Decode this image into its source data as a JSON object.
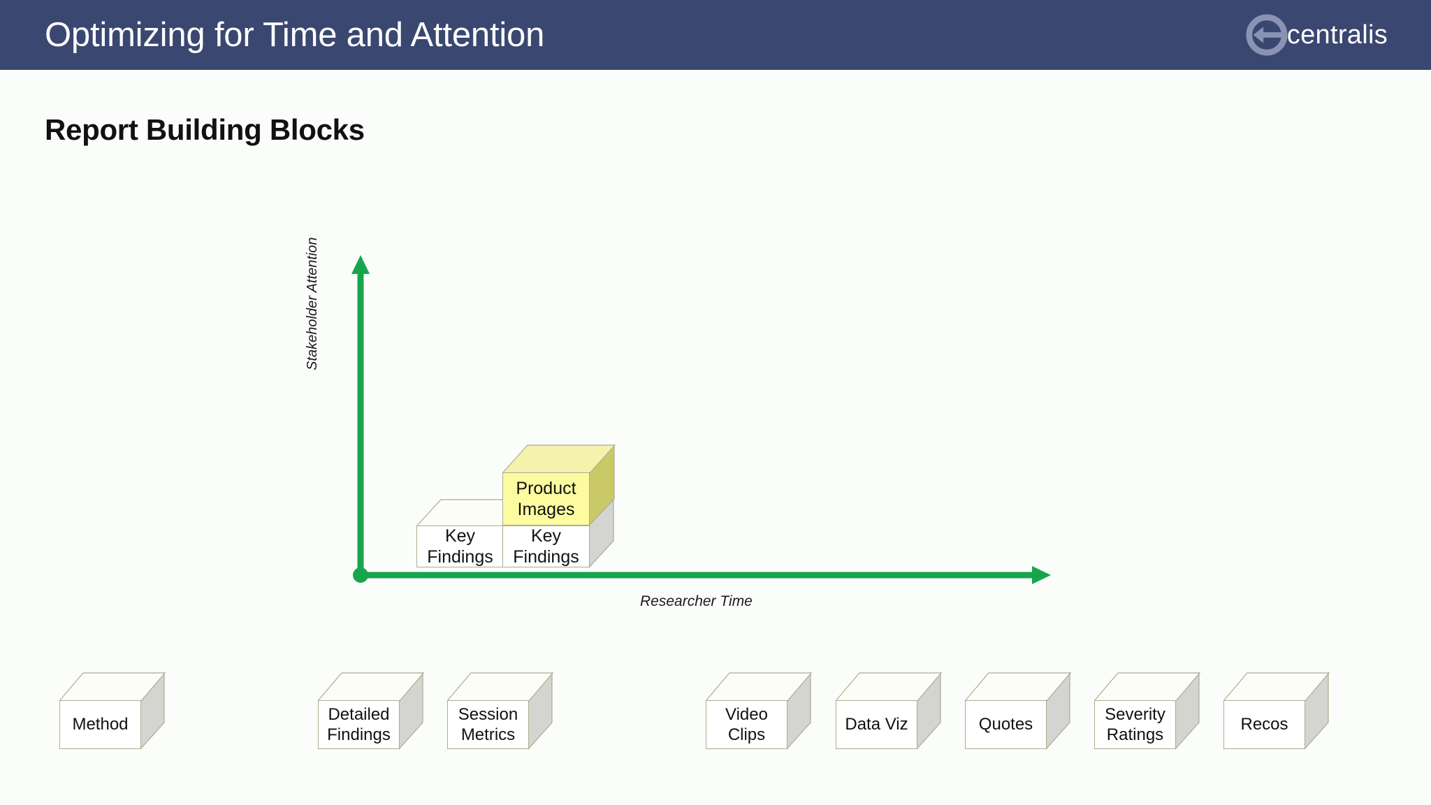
{
  "header": {
    "title": "Optimizing for Time and Attention",
    "bg_color": "#3A4770",
    "logo": {
      "icon_name": "centralis-circle-arrow-logo",
      "text": "centralis"
    }
  },
  "section": {
    "title": "Report Building Blocks"
  },
  "chart_data": {
    "type": "bar",
    "title": "Report Building Blocks",
    "xlabel": "Researcher Time",
    "ylabel": "Stakeholder Attention",
    "grid": false,
    "legend": "none",
    "axis_color": "#16A54C",
    "categories": [
      "Key Findings",
      "Key Findings + Product Images"
    ],
    "values": [
      1,
      2
    ],
    "ylim": [
      0,
      5
    ],
    "stacks": [
      {
        "x_index": 0,
        "segments": [
          {
            "label": "Key Findings",
            "height": 1,
            "fill": "#FFFFFF",
            "top_fill": "#FDFDF8",
            "side_fill": "#D4D4D0"
          }
        ]
      },
      {
        "x_index": 1,
        "segments": [
          {
            "label": "Key Findings",
            "height": 1,
            "fill": "#FFFFFF",
            "top_fill": "#FDFDF8",
            "side_fill": "#D4D4D0"
          },
          {
            "label": "Product Images",
            "height": 1,
            "fill": "#FCFBA0",
            "top_fill": "#F4F2AD",
            "side_fill": "#C9C968"
          }
        ]
      }
    ]
  },
  "blocks_in_chart": [
    {
      "label": "Key Findings",
      "highlight": false
    },
    {
      "label": "Key Findings",
      "highlight": false
    },
    {
      "label": "Product Images",
      "highlight": true
    }
  ],
  "bottom_row": {
    "items": [
      {
        "label": "Method",
        "lines": [
          "Method"
        ]
      },
      {
        "label": "Detailed Findings",
        "lines": [
          "Detailed",
          "Findings"
        ]
      },
      {
        "label": "Session Metrics",
        "lines": [
          "Session",
          "Metrics"
        ]
      },
      {
        "label": "Video Clips",
        "lines": [
          "Video",
          "Clips"
        ]
      },
      {
        "label": "Data Viz",
        "lines": [
          "Data Viz"
        ]
      },
      {
        "label": "Quotes",
        "lines": [
          "Quotes"
        ]
      },
      {
        "label": "Severity Ratings",
        "lines": [
          "Severity",
          "Ratings"
        ]
      },
      {
        "label": "Recos",
        "lines": [
          "Recos"
        ]
      }
    ]
  },
  "colors": {
    "background": "#FAFDFA",
    "header_navy": "#3A4770",
    "axis_green": "#16A54C",
    "box_white": "#FFFFFF",
    "box_border": "#ACAC90",
    "box_side_gray": "#D4D4D0",
    "highlight_yellow": "#FCFBA0",
    "highlight_side": "#C9C968",
    "text_dark": "#111111"
  }
}
